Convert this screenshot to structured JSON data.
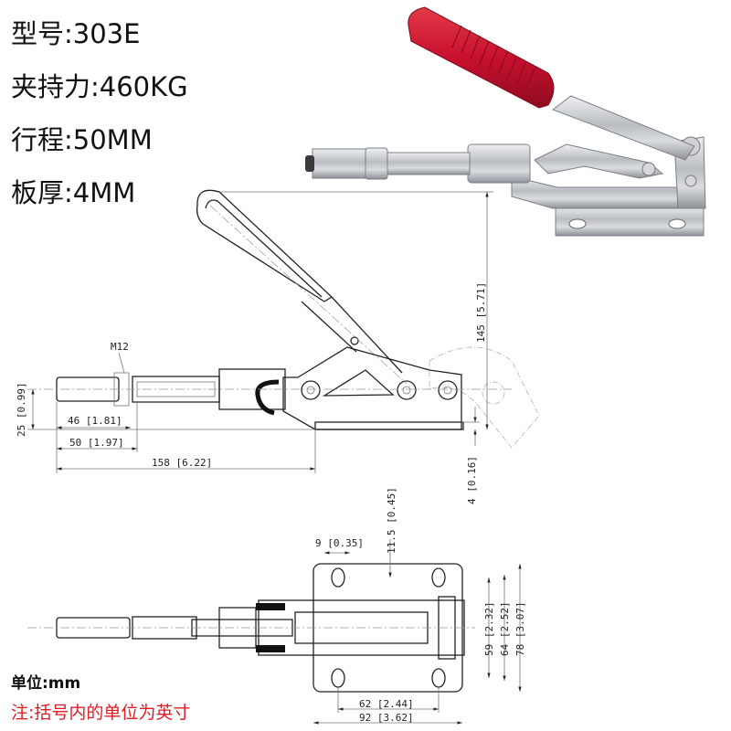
{
  "specs": [
    {
      "label": "型号:",
      "value": "303E"
    },
    {
      "label": "夹持力:",
      "value": "460KG"
    },
    {
      "label": "行程:",
      "value": "50MM"
    },
    {
      "label": "板厚:",
      "value": "4MM"
    }
  ],
  "notes": {
    "unit": "单位:mm",
    "inch_note": "注:括号内的单位为英寸"
  },
  "colors": {
    "handle_red": "#c8102e",
    "note_red": "#e01c24",
    "metal": "#c9ccd0"
  },
  "side_view_dims": {
    "thread": "M12",
    "height_25": "25 [0.99]",
    "len_46": "46 [1.81]",
    "len_50": "50 [1.97]",
    "len_158": "158 [6.22]",
    "height_145": "145 [5.71]",
    "thick_4": "4 [0.16]"
  },
  "top_view_dims": {
    "hole_9": "9 [0.35]",
    "offset_11_5": "11.5 [0.45]",
    "w_59": "59 [2.32]",
    "w_64": "64 [2.52]",
    "w_78": "78 [3.07]",
    "l_62": "62 [2.44]",
    "l_92": "92 [3.62]"
  }
}
